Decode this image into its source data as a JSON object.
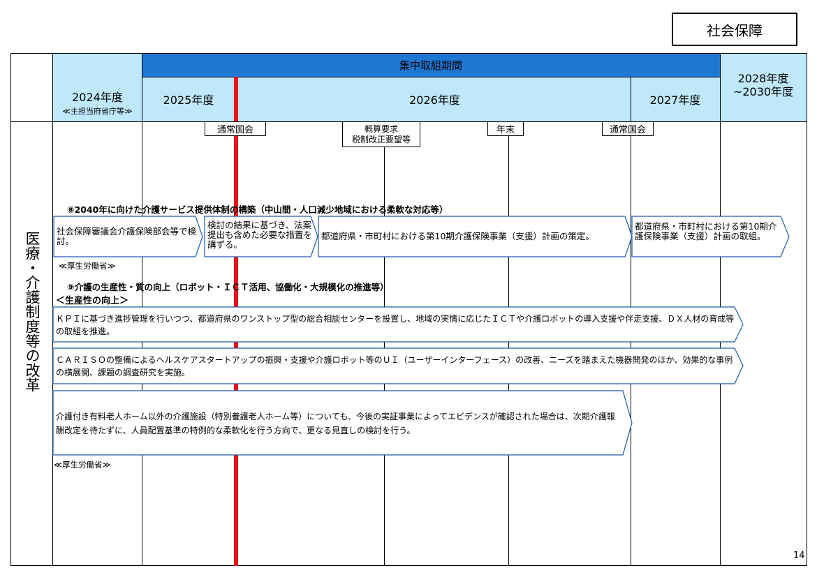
{
  "category": "社会保障",
  "page_number": "14",
  "header": {
    "focus_period": "集中取組期間",
    "fy2024": "2024年度",
    "fy2024_sub": "≪主担当府省庁等≫",
    "fy2025": "2025年度",
    "fy2026": "2026年度",
    "fy2027": "2027年度",
    "fy2028_line1": "2028年度",
    "fy2028_line2": "~2030年度"
  },
  "row_label": "医療・介護制度等の改革",
  "milestones": {
    "m1": "通常国会",
    "m2_line1": "概算要求",
    "m2_line2": "税制改正要望等",
    "m3": "年末",
    "m4": "通常国会"
  },
  "section8": {
    "title": "⑧2040年に向けた介護サービス提供体制の構築（中山間・人口減少地域における柔軟な対応等）",
    "a1": "社会保障審議会介護保険部会等で検討。",
    "a2": "検討の結果に基づき、法案提出も含めた必要な措置を講ずる。",
    "a3": "都道府県・市町村における第10期介護保険事業（支援）計画の策定。",
    "a4": "都道府県・市町村における第10期介護保険事業（支援）計画の取組。",
    "ministry": "≪厚生労働省≫"
  },
  "section9": {
    "title": "⑨介護の生産性・質の向上（ロボット・ＩＣＴ活用、協働化・大規模化の推進等）",
    "subtitle": "＜生産性の向上＞",
    "b1": "ＫＰＩに基づき進捗管理を行いつつ、都道府県のワンストップ型の総合相談センターを設置し、地域の実情に応じたＩＣＴや介護ロボットの導入支援や伴走支援、ＤＸ人材の育成等の取組を推進。",
    "b2": "ＣＡＲＩＳＯの整備によるヘルスケアスタートアップの振興・支援や介護ロボット等のＵＩ（ユーザーインターフェース）の改善、ニーズを踏まえた機器開発のほか、効果的な事例の横展開、課題の調査研究を実施。",
    "b3": "介護付き有料老人ホーム以外の介護施設（特別養護老人ホーム等）についても、今後の実証事業によってエビデンスが確認された場合は、次期介護報酬改定を待たずに、人員配置基準の特例的な柔軟化を行う方向で、更なる見直しの検討を行う。",
    "ministry": "≪厚生労働省≫"
  }
}
